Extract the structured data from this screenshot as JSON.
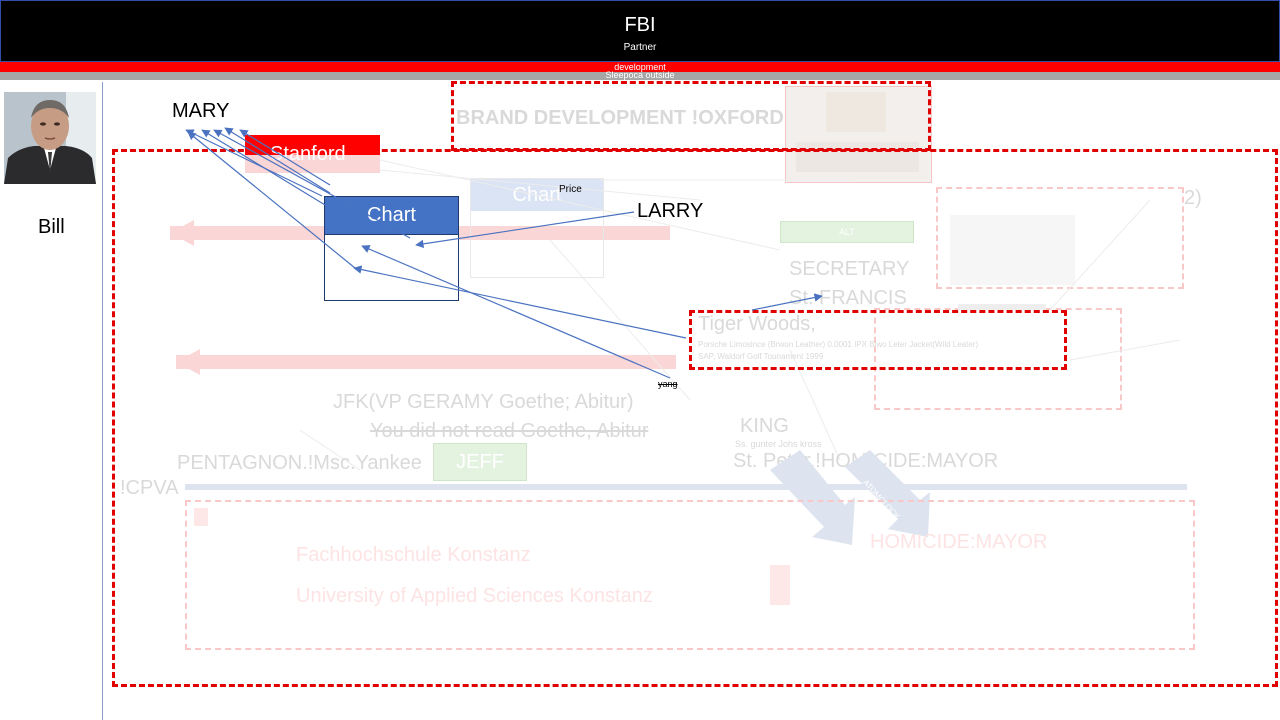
{
  "header": {
    "title": "FBI",
    "subtitle": "Partner",
    "red_bar_text": "development",
    "grey_bar_text": "Sleepoca outside"
  },
  "person": {
    "name": "Bill"
  },
  "nodes": {
    "mary": "MARY",
    "larry": "LARRY",
    "chart": "Chart",
    "chart_faded": "Chart",
    "price": "Price",
    "stanford": "Stanford",
    "yang": "yang",
    "brand": "BRAND DEVELOPMENT !OXFORD",
    "secretary": "SECRETARY",
    "st_francis": "St. FRANCIS",
    "tiger_title": "Tiger Woods,",
    "tiger_line1": "Porsche Limosince (Brwon Leather) 0.0001 IPX Blwo Leter Jacket(Wild Leater)",
    "tiger_line2": "SAP, Waldorf Golf Tounament 1999",
    "jfk": "JFK(VP GERAMY Goethe; Abitur)",
    "goethe": "You did not read Goethe, Abitur",
    "king": "KING",
    "king_sub": "Ss. gunter Johs kross",
    "pentagon": "PENTAGNON.!Msc.Yankee",
    "jeff": "JEFF",
    "st_peter": "St. Peter.!HOMICIDE:MAYOR",
    "cpva": "!CPVA",
    "fach": "Fachhochschule Konstanz",
    "university": "University of Applied Sciences Konstanz",
    "homicide": "HOMICIDE:MAYOR",
    "arrow_a": "ATOMCLOCK",
    "arrow_b": "ATOMCLOCK",
    "green_small": "ALT",
    "right_box_title": "",
    "right_box_paren": "2)"
  },
  "colors": {
    "header_bg": "#000000",
    "accent_red": "#ff0000",
    "accent_blue": "#4472c4",
    "connector": "#4a72c0"
  }
}
